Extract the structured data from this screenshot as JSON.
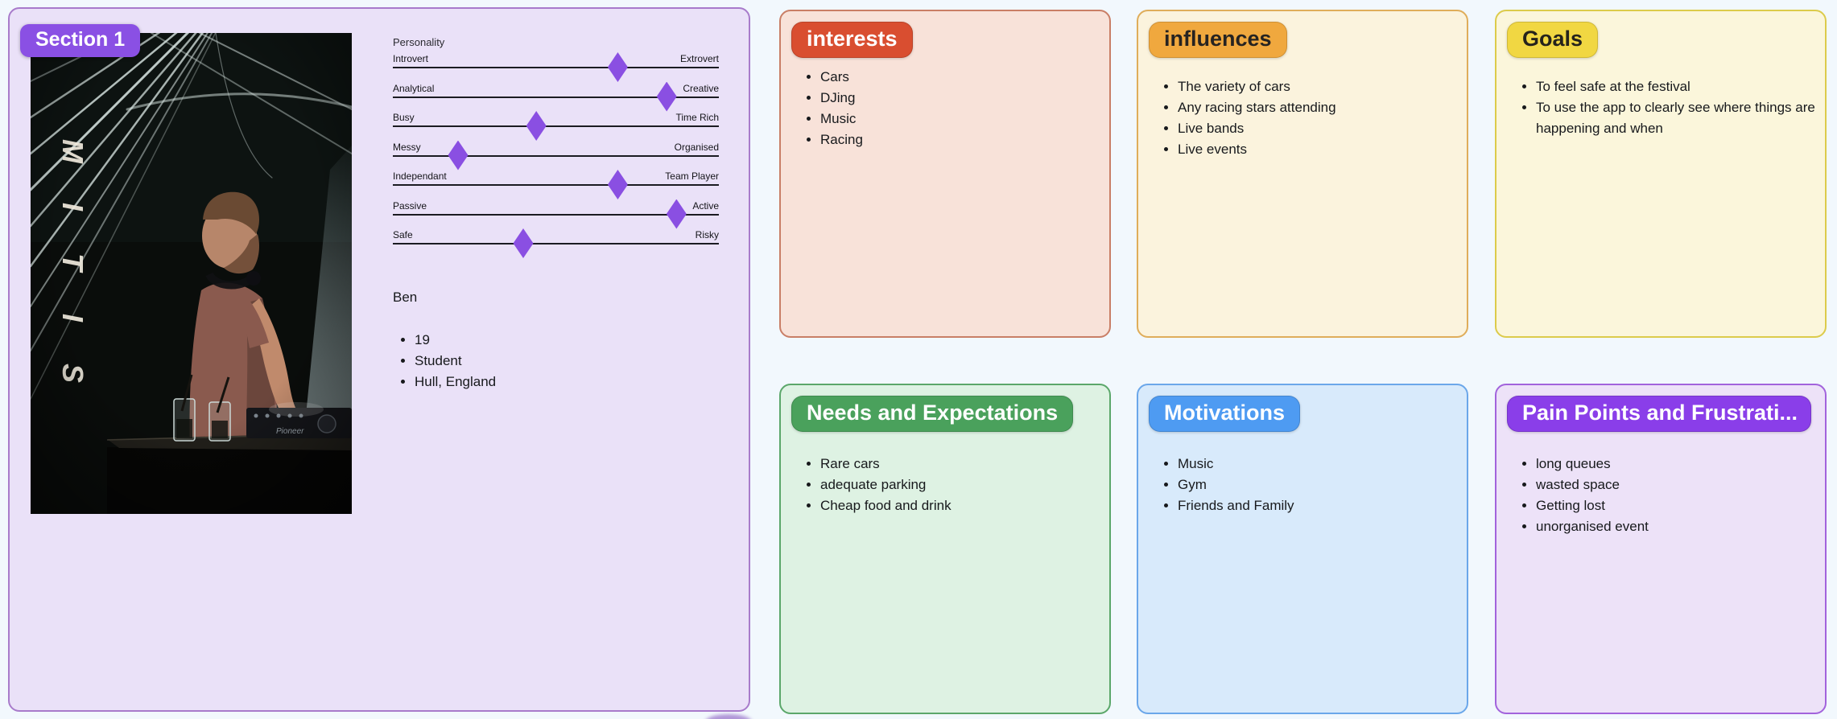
{
  "colors": {
    "accent_purple": "#8A50E4",
    "marker": "#8A4FE2",
    "page_background": "#F2F8FD"
  },
  "section1": {
    "badge": "Section 1",
    "photo": {
      "letters": [
        "M",
        "I",
        "T",
        "I",
        "S"
      ],
      "deck_text": "Pioneer"
    },
    "personality": {
      "title": "Personality",
      "sliders": [
        {
          "left": "Introvert",
          "right": "Extrovert",
          "value_percent": 69
        },
        {
          "left": "Analytical",
          "right": "Creative",
          "value_percent": 84
        },
        {
          "left": "Busy",
          "right": "Time Rich",
          "value_percent": 44
        },
        {
          "left": "Messy",
          "right": "Organised",
          "value_percent": 20
        },
        {
          "left": "Independant",
          "right": "Team Player",
          "value_percent": 69
        },
        {
          "left": "Passive",
          "right": "Active",
          "value_percent": 87
        },
        {
          "left": "Safe",
          "right": "Risky",
          "value_percent": 40
        }
      ]
    },
    "profile": {
      "name": "Ben",
      "details": [
        "19",
        "Student",
        "Hull, England"
      ]
    }
  },
  "cards": [
    {
      "title": "interests",
      "items": [
        "Cars",
        "DJing",
        "Music",
        "Racing"
      ],
      "colors": {
        "bg": "#F8E2D9",
        "border": "#C97E66",
        "badge_bg": "#D94E30",
        "badge_text": "#FFFFFF"
      }
    },
    {
      "title": "influences",
      "items": [
        "The variety of cars",
        "Any racing stars attending",
        "Live bands",
        "Live events"
      ],
      "colors": {
        "bg": "#FBF3DD",
        "border": "#DFAD5A",
        "badge_bg": "#F0A83E",
        "badge_text": "#262321"
      }
    },
    {
      "title": "Goals",
      "items": [
        "To feel safe at the festival",
        "To use the app to clearly see where things are happening and when"
      ],
      "colors": {
        "bg": "#FBF6DB",
        "border": "#DCCB4B",
        "badge_bg": "#F1D742",
        "badge_text": "#25231C"
      }
    },
    {
      "title": "Needs and Expectations",
      "items": [
        "Rare cars",
        "adequate parking",
        "Cheap food and drink"
      ],
      "colors": {
        "bg": "#DEF2E3",
        "border": "#5BA76A",
        "badge_bg": "#4AA15C",
        "badge_text": "#FFFFFF"
      }
    },
    {
      "title": "Motivations",
      "items": [
        "Music",
        "Gym",
        "Friends and Family"
      ],
      "colors": {
        "bg": "#D8EAFB",
        "border": "#6BA7EA",
        "badge_bg": "#4E9BF2",
        "badge_text": "#FFFFFF"
      }
    },
    {
      "title": "Pain Points and Frustrati...",
      "items": [
        "long queues",
        "wasted space",
        "Getting lost",
        "unorganised event"
      ],
      "colors": {
        "bg": "#EDE2F8",
        "border": "#A263DC",
        "badge_bg": "#8A3EE9",
        "badge_text": "#FFFFFF"
      }
    }
  ]
}
